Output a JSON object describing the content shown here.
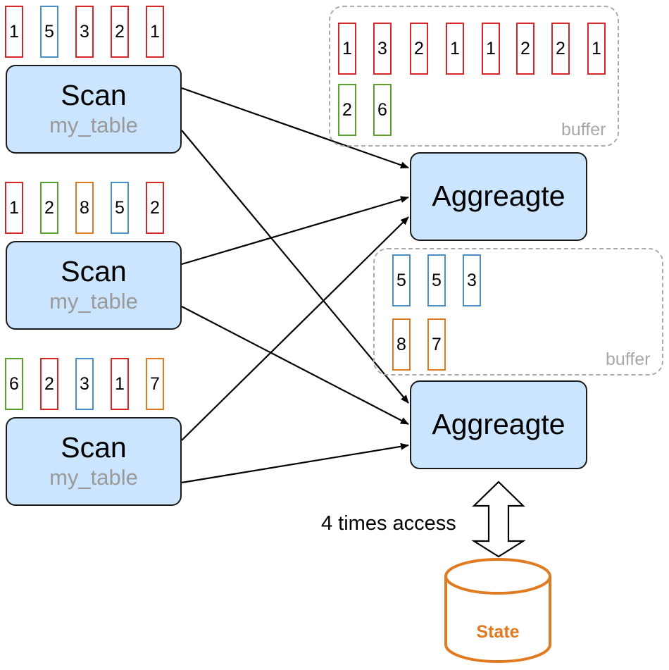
{
  "colors": {
    "red": "#d62728",
    "blue": "#4a8fc7",
    "green": "#5aa02c",
    "orange": "#e07b22",
    "node_fill": "#cce5ff",
    "state": "#e07b22"
  },
  "scans": [
    {
      "title": "Scan",
      "subtitle": "my_table",
      "tokens": [
        {
          "v": "1",
          "c": "red"
        },
        {
          "v": "5",
          "c": "blue"
        },
        {
          "v": "3",
          "c": "red"
        },
        {
          "v": "2",
          "c": "red"
        },
        {
          "v": "1",
          "c": "red"
        }
      ]
    },
    {
      "title": "Scan",
      "subtitle": "my_table",
      "tokens": [
        {
          "v": "1",
          "c": "red"
        },
        {
          "v": "2",
          "c": "green"
        },
        {
          "v": "8",
          "c": "orange"
        },
        {
          "v": "5",
          "c": "blue"
        },
        {
          "v": "2",
          "c": "red"
        }
      ]
    },
    {
      "title": "Scan",
      "subtitle": "my_table",
      "tokens": [
        {
          "v": "6",
          "c": "green"
        },
        {
          "v": "2",
          "c": "red"
        },
        {
          "v": "3",
          "c": "blue"
        },
        {
          "v": "1",
          "c": "red"
        },
        {
          "v": "7",
          "c": "orange"
        }
      ]
    }
  ],
  "aggregates": [
    {
      "title": "Aggreagte"
    },
    {
      "title": "Aggreagte"
    }
  ],
  "buffers": [
    {
      "label": "buffer",
      "rows": [
        [
          {
            "v": "1",
            "c": "red"
          },
          {
            "v": "3",
            "c": "red"
          },
          {
            "v": "2",
            "c": "red"
          },
          {
            "v": "1",
            "c": "red"
          },
          {
            "v": "1",
            "c": "red"
          },
          {
            "v": "2",
            "c": "red"
          },
          {
            "v": "2",
            "c": "red"
          },
          {
            "v": "1",
            "c": "red"
          }
        ],
        [
          {
            "v": "2",
            "c": "green"
          },
          {
            "v": "6",
            "c": "green"
          }
        ]
      ]
    },
    {
      "label": "buffer",
      "rows": [
        [
          {
            "v": "5",
            "c": "blue"
          },
          {
            "v": "5",
            "c": "blue"
          },
          {
            "v": "3",
            "c": "blue"
          }
        ],
        [
          {
            "v": "8",
            "c": "orange"
          },
          {
            "v": "7",
            "c": "orange"
          }
        ]
      ]
    }
  ],
  "access_label": "4 times access",
  "state_label": "State",
  "edges": [
    {
      "from": "scan-1",
      "to": "aggregate-1"
    },
    {
      "from": "scan-1",
      "to": "aggregate-2"
    },
    {
      "from": "scan-2",
      "to": "aggregate-1"
    },
    {
      "from": "scan-2",
      "to": "aggregate-2"
    },
    {
      "from": "scan-3",
      "to": "aggregate-1"
    },
    {
      "from": "scan-3",
      "to": "aggregate-2"
    }
  ]
}
